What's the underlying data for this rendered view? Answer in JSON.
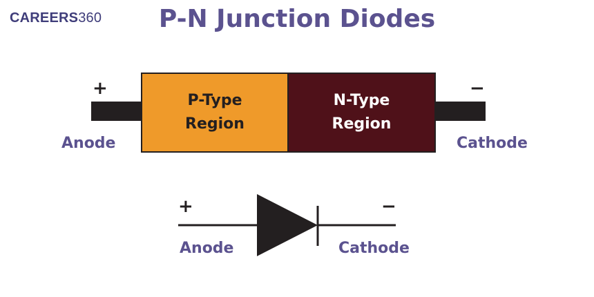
{
  "logo": {
    "brand": "CAREERS",
    "number": "360"
  },
  "title": "P-N Junction Diodes",
  "block_diagram": {
    "p_region": {
      "line1": "P-Type",
      "line2": "Region"
    },
    "n_region": {
      "line1": "N-Type",
      "line2": "Region"
    },
    "plus_sign": "+",
    "minus_sign": "−",
    "anode_label": "Anode",
    "cathode_label": "Cathode"
  },
  "symbol_diagram": {
    "plus_sign": "+",
    "minus_sign": "−",
    "anode_label": "Anode",
    "cathode_label": "Cathode"
  },
  "colors": {
    "title": "#5b528f",
    "p_region": "#ef9a2a",
    "n_region": "#4f1119",
    "lead": "#231f20"
  }
}
